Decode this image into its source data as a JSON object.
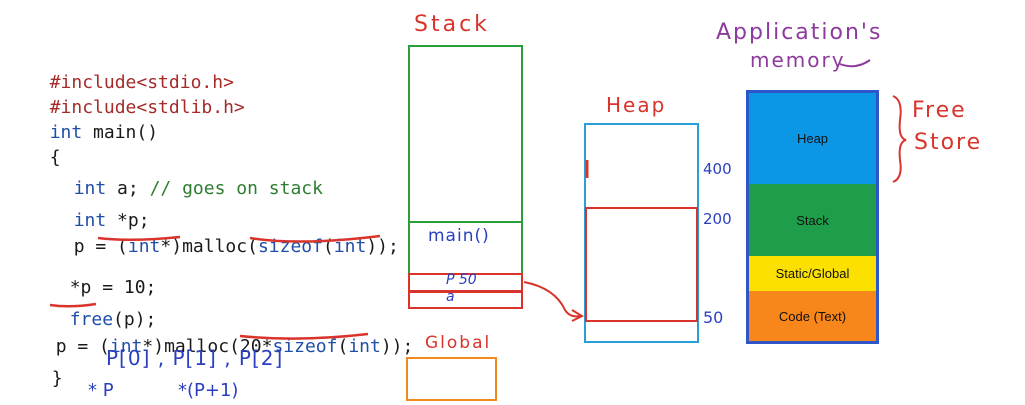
{
  "code": {
    "line1": "#include<stdio.h>",
    "line2": "#include<stdlib.h>",
    "line3_kw": "int",
    "line3_rest": " main()",
    "line4": "{",
    "line5_kw": "int",
    "line5_rest": " a; ",
    "line5_comment": "// goes on stack",
    "line6_kw": "int",
    "line6_rest": " *p;",
    "line7_a": "p = (",
    "line7_kw": "int",
    "line7_b": "*)malloc(",
    "line7_kw2": "sizeof",
    "line7_c": "(",
    "line7_kw3": "int",
    "line7_d": "));",
    "line8": "*p = 10;",
    "line9_kw": "free",
    "line9_rest": "(p);",
    "line10_a": "p = (",
    "line10_kw": "int",
    "line10_b": "*)malloc(20*",
    "line10_kw2": "sizeof",
    "line10_c": "(",
    "line10_kw3": "int",
    "line10_d": "));",
    "line11": "}"
  },
  "annotations": {
    "array_access": "P[0] , P[1] , P[2]",
    "deref_p": "* P",
    "deref_p1": "*(P+1)",
    "stack_title": "Stack",
    "main_label": "main()",
    "p_value": "P 50",
    "a_label": "a",
    "global_label": "Global",
    "heap_title": "Heap",
    "addr_400": "400",
    "addr_200": "200",
    "addr_50": "50",
    "app_memory_line1": "Application's",
    "app_memory_line2": "memory",
    "free_store_line1": "Free",
    "free_store_line2": "Store"
  },
  "memory_map": {
    "segments": [
      {
        "label": "Heap",
        "color": "#0b96e6"
      },
      {
        "label": "Stack",
        "color": "#1e9e4a"
      },
      {
        "label": "Static/Global",
        "color": "#fbe000"
      },
      {
        "label": "Code (Text)",
        "color": "#f7861b"
      }
    ],
    "border_color": "#2f56c9"
  },
  "colors": {
    "handwriting_red": "#d9342b",
    "handwriting_blue": "#2a3fbf",
    "handwriting_purple": "#8e3a9d",
    "stack_green": "#2e9e3a",
    "global_orange": "#f08a1c",
    "heap_blue": "#2a9fd6"
  }
}
